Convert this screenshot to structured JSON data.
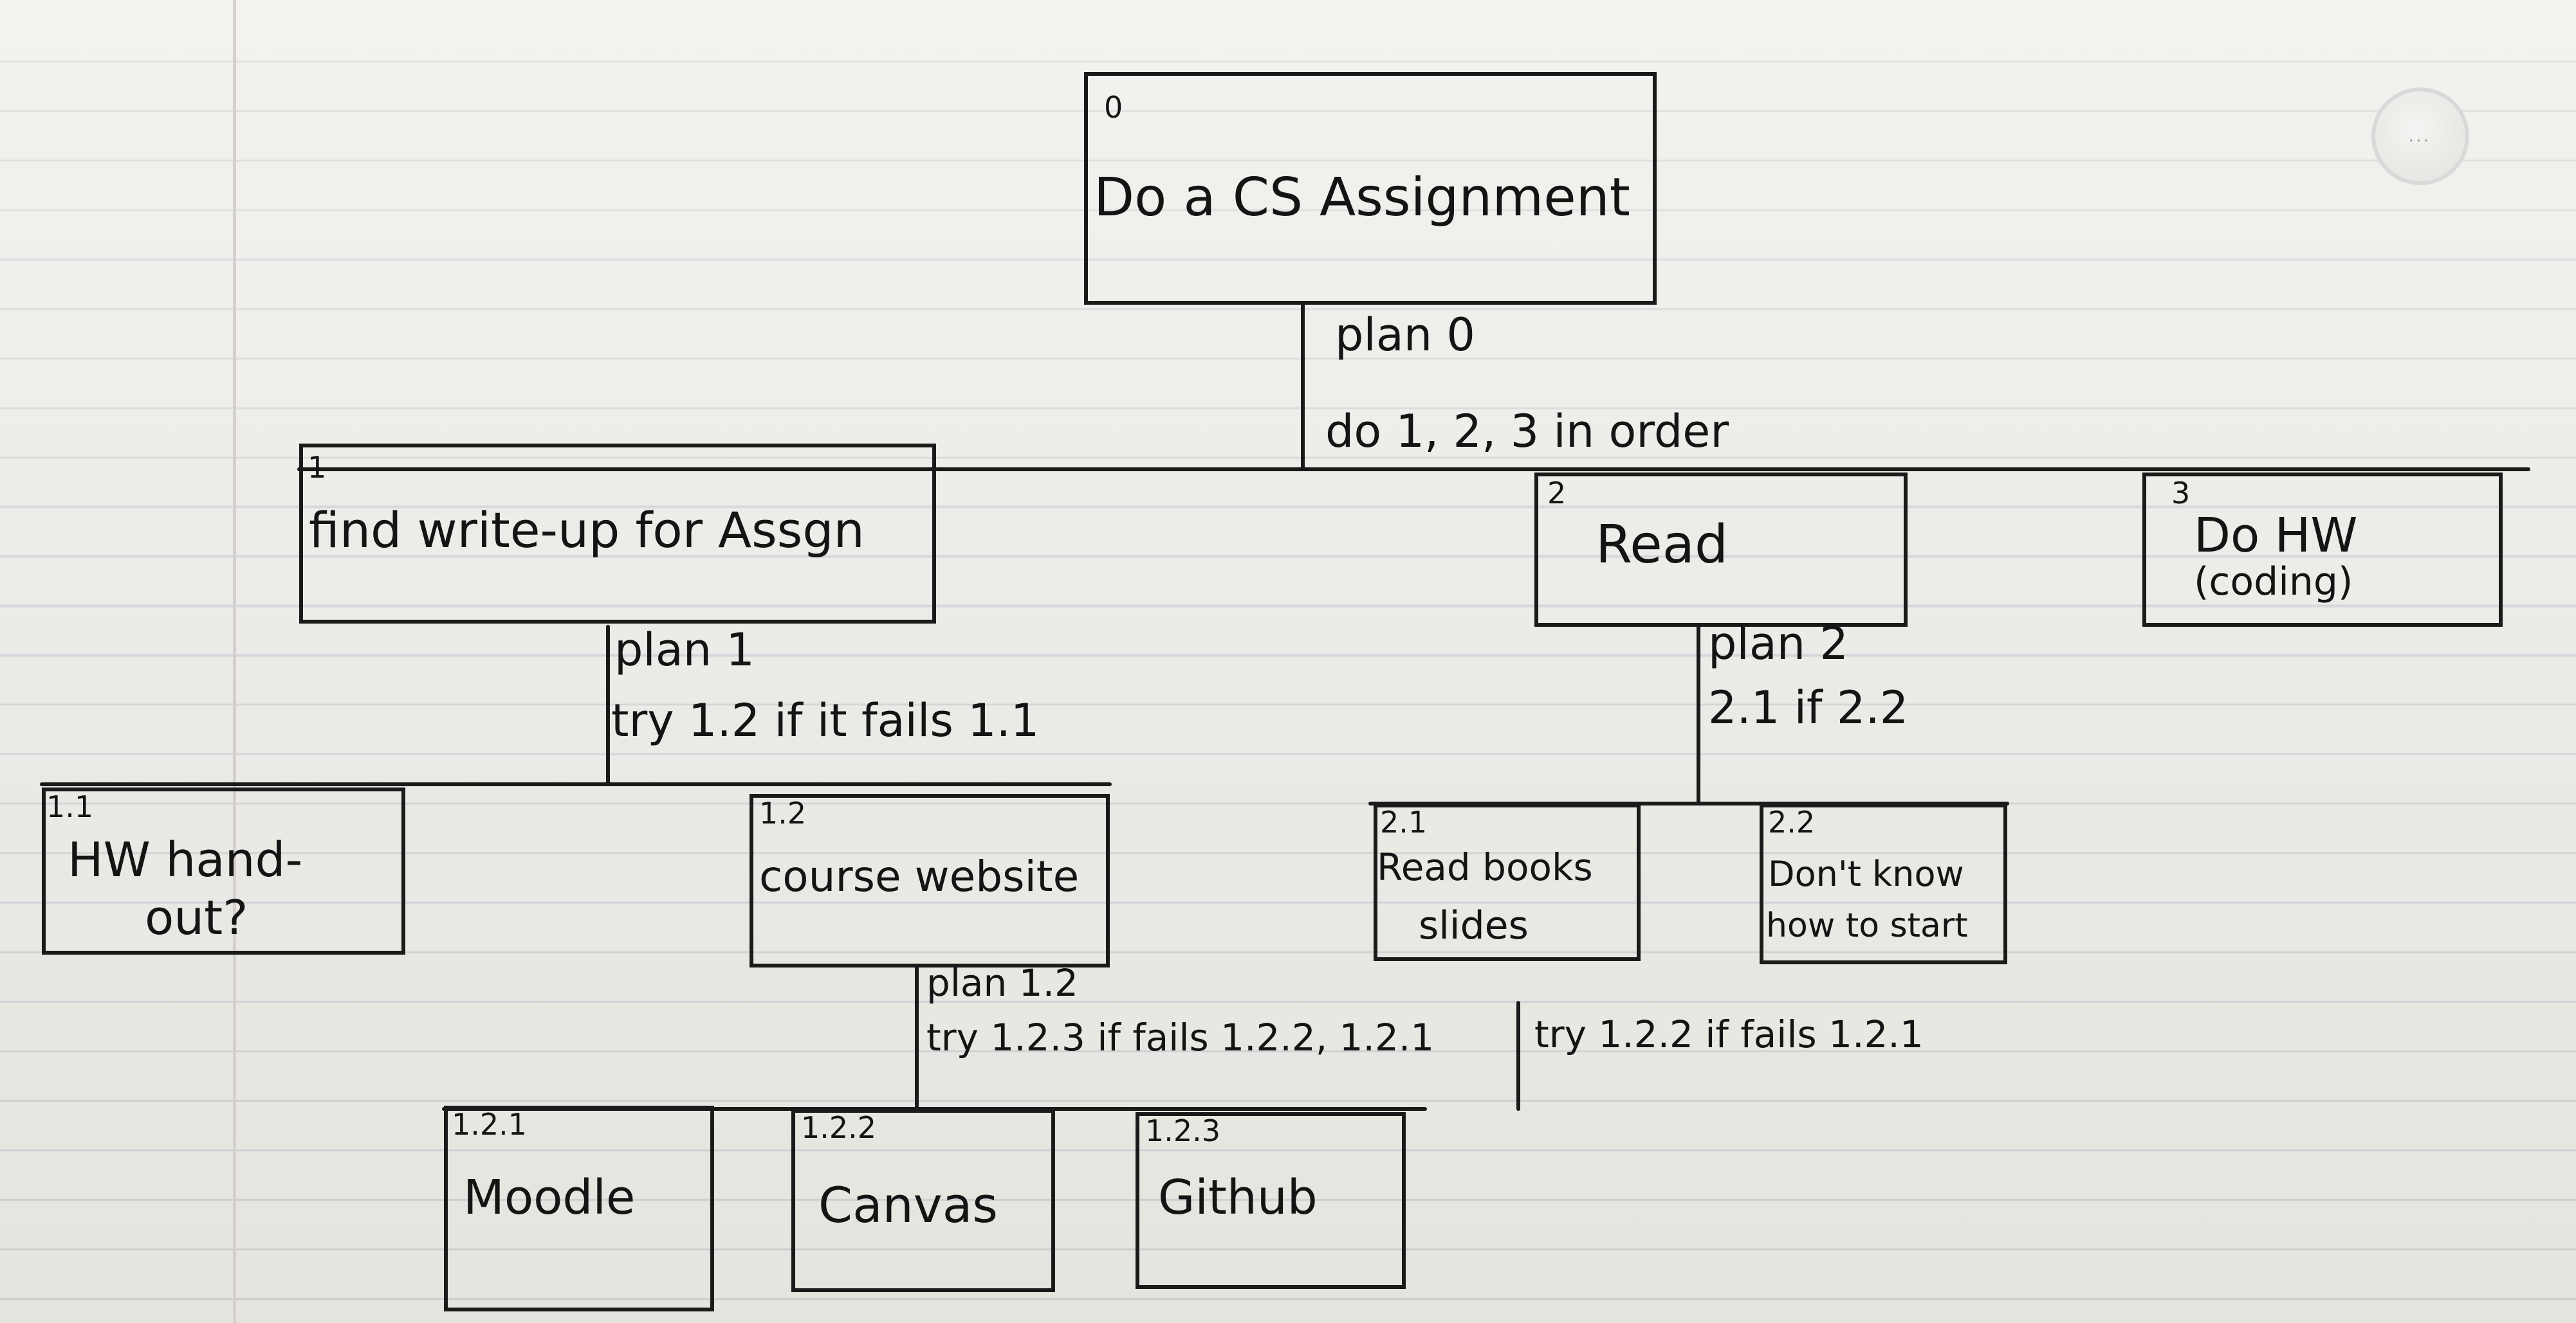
{
  "nodes": {
    "n0": {
      "num": "0",
      "label": "Do a CS Assignment"
    },
    "n1": {
      "num": "1",
      "label": "find write-up for Assgn"
    },
    "n2": {
      "num": "2",
      "label": "Read"
    },
    "n3": {
      "num": "3",
      "label_line1": "Do HW",
      "label_line2": "(coding)"
    },
    "n1_1": {
      "num": "1.1",
      "label_line1": "HW hand-",
      "label_line2": "out?"
    },
    "n1_2": {
      "num": "1.2",
      "label": "course website"
    },
    "n2_1": {
      "num": "2.1",
      "label_line1": "Read books",
      "label_line2": "slides"
    },
    "n2_2": {
      "num": "2.2",
      "label_line1": "Don't know",
      "label_line2": "how to start"
    },
    "n1_2_1": {
      "num": "1.2.1",
      "label": "Moodle"
    },
    "n1_2_2": {
      "num": "1.2.2",
      "label": "Canvas"
    },
    "n1_2_3": {
      "num": "1.2.3",
      "label": "Github"
    }
  },
  "plans": {
    "plan0": {
      "title": "plan 0",
      "text": "do 1, 2, 3 in order"
    },
    "plan1": {
      "title": "plan 1",
      "text": "try 1.2 if it fails 1.1"
    },
    "plan2": {
      "title": "plan 2",
      "text": "2.1 if 2.2"
    },
    "plan1_2": {
      "title": "plan 1.2",
      "text": "try 1.2.3 if fails 1.2.2, 1.2.1",
      "alt": "try 1.2.2 if fails 1.2.1"
    }
  },
  "colors": {
    "ink": "#141414",
    "paper": "#ecebe6",
    "rule": "#cfd2d6"
  }
}
